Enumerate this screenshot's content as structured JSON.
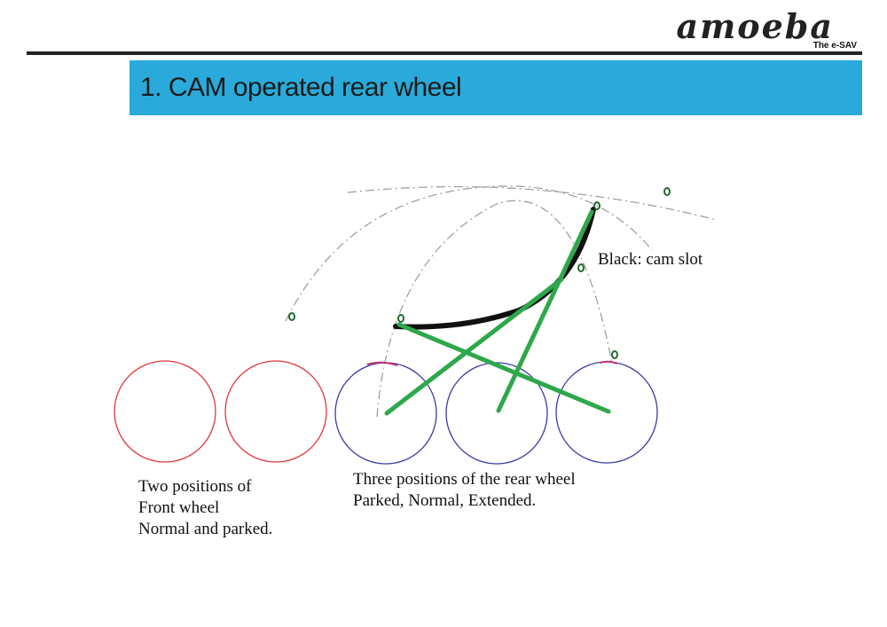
{
  "logo": {
    "word": "amoeba",
    "tagline": "The e-SAV"
  },
  "title": "1. CAM operated rear wheel",
  "colors": {
    "title_bar": "#29aadb",
    "front_wheel": "#e0363a",
    "rear_wheel": "#3a3aa8",
    "arm": "#2ea84a",
    "cam_slot": "#111111",
    "arc": "#999999",
    "pivot": "#1f6b2a"
  },
  "labels": {
    "cam_slot": "Black: cam slot",
    "front": [
      "Two positions of",
      "Front wheel",
      "Normal and parked."
    ],
    "rear": [
      "Three positions of the rear wheel",
      "Parked, Normal, Extended."
    ]
  }
}
